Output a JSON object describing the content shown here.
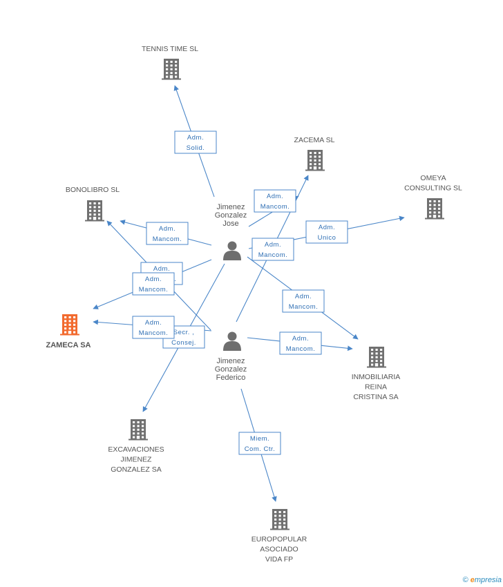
{
  "companies": [
    {
      "id": "tennis",
      "lines": [
        "TENNIS TIME SL"
      ]
    },
    {
      "id": "zacema",
      "lines": [
        "ZACEMA SL"
      ]
    },
    {
      "id": "omeya",
      "lines": [
        "OMEYA",
        "CONSULTING SL"
      ]
    },
    {
      "id": "bonolibro",
      "lines": [
        "BONOLIBRO SL"
      ]
    },
    {
      "id": "zameca",
      "lines": [
        "ZAMECA SA"
      ],
      "focus": true
    },
    {
      "id": "inmobiliaria",
      "lines": [
        "INMOBILIARIA",
        "REINA",
        "CRISTINA SA"
      ]
    },
    {
      "id": "excavaciones",
      "lines": [
        "EXCAVACIONES",
        "JIMENEZ",
        "GONZALEZ SA"
      ]
    },
    {
      "id": "europopular",
      "lines": [
        "EUROPOPULAR",
        "ASOCIADO",
        "VIDA FP"
      ]
    }
  ],
  "persons": [
    {
      "id": "jose",
      "lines": [
        "Jimenez",
        "Gonzalez",
        "Jose"
      ]
    },
    {
      "id": "federico",
      "lines": [
        "Jimenez",
        "Gonzalez",
        "Federico"
      ]
    }
  ],
  "relations": [
    {
      "id": "r1",
      "from": "jose",
      "to": "tennis",
      "lines": [
        "Adm.",
        "Solid."
      ]
    },
    {
      "id": "r2",
      "from": "jose",
      "to": "zacema",
      "lines": [
        "Adm.",
        "Mancom."
      ]
    },
    {
      "id": "r3",
      "from": "jose",
      "to": "omeya",
      "lines": [
        "Adm.",
        "Unico"
      ]
    },
    {
      "id": "r4",
      "from": "jose",
      "to": "bonolibro",
      "lines": [
        "Adm.",
        "Mancom."
      ]
    },
    {
      "id": "r5",
      "from": "jose",
      "to": "zameca",
      "lines": [
        "Adm.",
        "Mancom."
      ]
    },
    {
      "id": "r6",
      "from": "jose",
      "to": "inmobiliaria",
      "lines": [
        "Adm.",
        "Mancom."
      ]
    },
    {
      "id": "r7",
      "from": "jose",
      "to": "excavaciones",
      "lines": [
        "Secr. ,",
        "Consej."
      ]
    },
    {
      "id": "r8",
      "from": "federico",
      "to": "zacema",
      "lines": [
        "Adm.",
        "Mancom."
      ]
    },
    {
      "id": "r9",
      "from": "federico",
      "to": "bonolibro",
      "lines": [
        "Adm.",
        "Mancom."
      ]
    },
    {
      "id": "r10",
      "from": "federico",
      "to": "zameca",
      "lines": [
        "Adm.",
        "Mancom."
      ]
    },
    {
      "id": "r11",
      "from": "federico",
      "to": "inmobiliaria",
      "lines": [
        "Adm.",
        "Mancom."
      ]
    },
    {
      "id": "r12",
      "from": "federico",
      "to": "europopular",
      "lines": [
        "Miem.",
        "Com. Ctr."
      ]
    }
  ],
  "colors": {
    "edge": "#4a86c8",
    "building": "#707070",
    "building_focus": "#f26a2e",
    "person": "#6e6e6e"
  },
  "brand": {
    "copyright": "©",
    "e": "e",
    "rest": "mpresia"
  }
}
